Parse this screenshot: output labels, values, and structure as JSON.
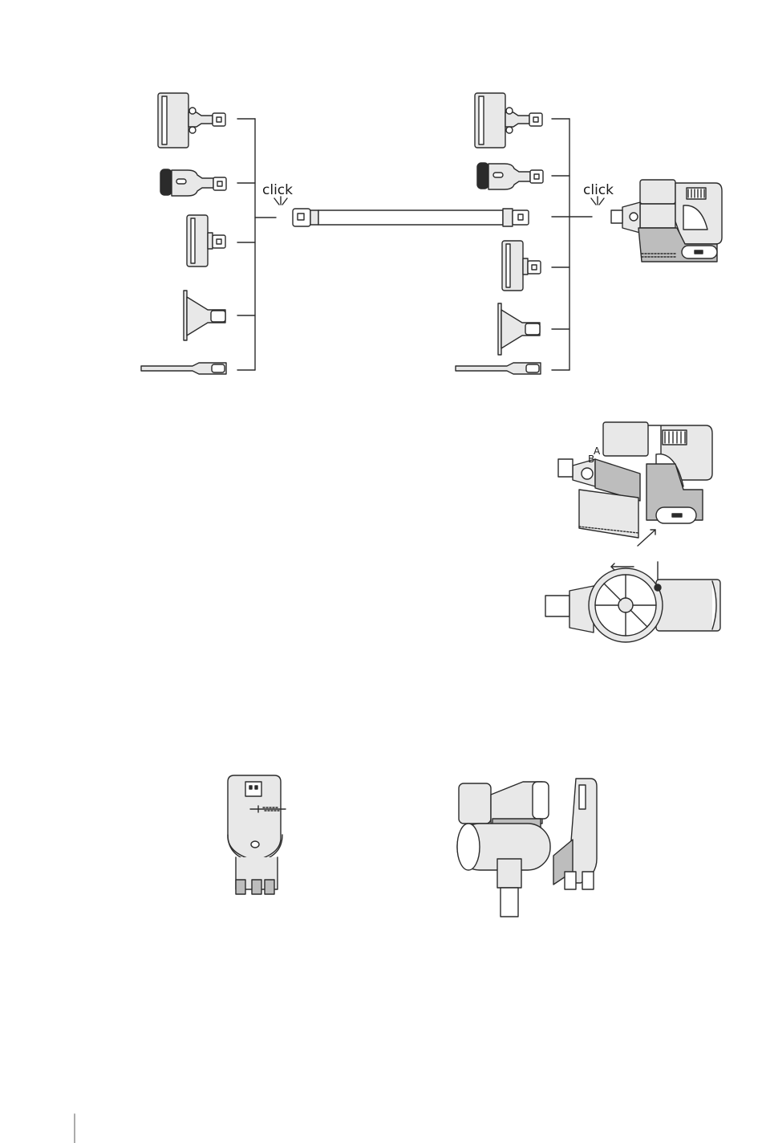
{
  "labels": {
    "click_left": "click",
    "click_right": "click",
    "part_a": "A",
    "part_b": "B"
  },
  "colors": {
    "line": "#2b2b2b",
    "fill": "#e8e8e8",
    "fill_dark": "#bdbdbd",
    "paper": "#ffffff"
  }
}
